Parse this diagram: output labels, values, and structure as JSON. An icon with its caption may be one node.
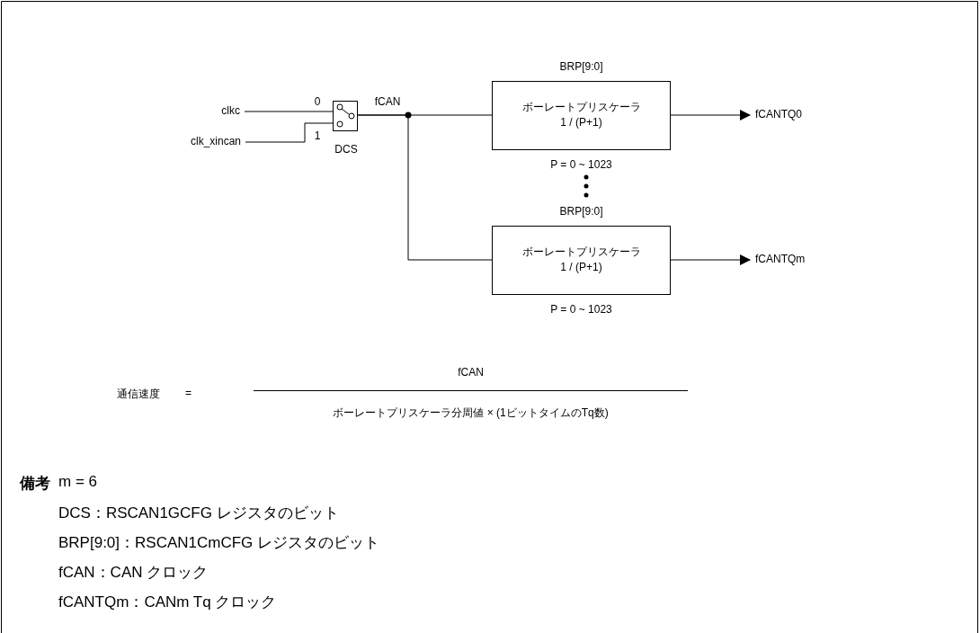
{
  "diagram": {
    "nodes": [
      {
        "text": [
          "clkc"
        ]
      },
      {
        "text": [
          "clk_xincan"
        ]
      },
      {
        "text": [],
        "shape": "box",
        "beside": [
          "DCS"
        ]
      },
      {
        "text": [
          "BRP[9:0]",
          "ボーレートプリスケーラ",
          "1 / (P+1)"
        ],
        "beside": [
          "P = 0 ~ 1023"
        ]
      },
      {
        "text": [
          "fCANTQ0"
        ]
      },
      {
        "text": [
          "BRP[9:0]",
          "ボーレートプリスケーラ",
          "1 / (P+1)"
        ],
        "beside": [
          "P = 0 ~ 1023"
        ]
      },
      {
        "text": [
          "fCANTQm"
        ]
      }
    ],
    "edges": [
      {
        "from": 0,
        "to": 2,
        "arrow": "none",
        "label": "0"
      },
      {
        "from": 1,
        "to": 2,
        "arrow": "none",
        "label": "1"
      },
      {
        "from": 2,
        "to": 3,
        "arrow": "none",
        "label": "fCAN"
      },
      {
        "from": 2,
        "to": 5,
        "arrow": "none"
      },
      {
        "from": 3,
        "to": 4,
        "arrow": "to"
      },
      {
        "from": 5,
        "to": 6,
        "arrow": "to"
      }
    ],
    "labels": [
      "通信速度",
      "=",
      "fCAN",
      "ボーレートプリスケーラ分周値 × (1ビットタイムのTq数)",
      "備考",
      "m = 6",
      "DCS：RSCAN1GCFG レジスタのビット",
      "BRP[9:0]：RSCAN1CmCFG レジスタのビット",
      "fCAN：CAN クロック",
      "fCANTQm：CANm Tq クロック"
    ]
  }
}
